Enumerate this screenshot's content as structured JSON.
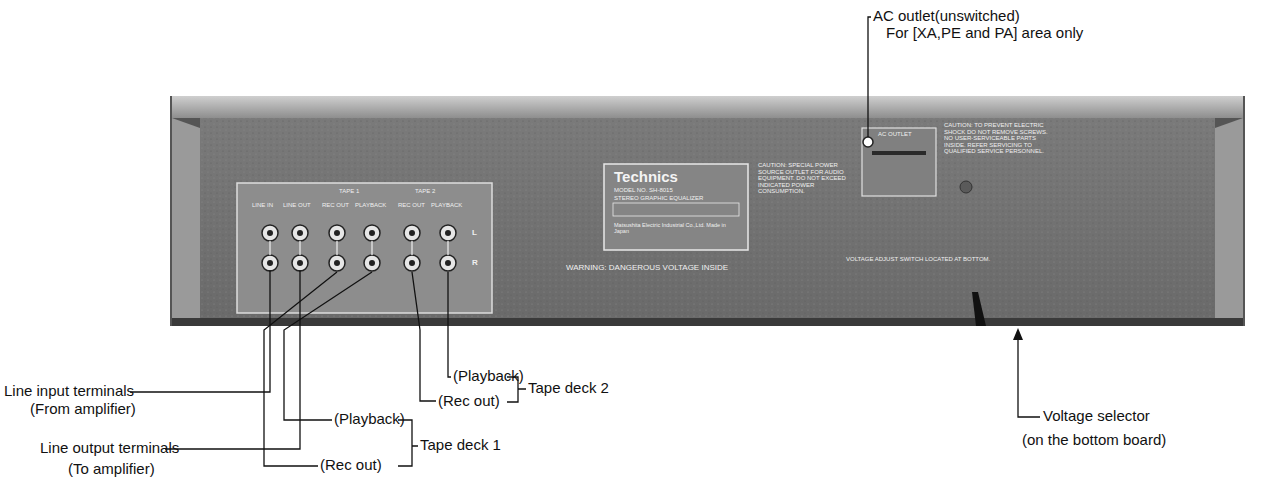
{
  "diagram": {
    "labels": [
      "AC outlet(unswitched)",
      "For [XA,PE and PA] area only",
      "Line input terminals",
      "(From amplifier)",
      "Line output terminals",
      "(To amplifier)",
      "(Playback)",
      "(Rec out)",
      "Tape deck 2",
      "(Playback)",
      "(Rec out)",
      "Tape deck 1",
      "Voltage selector",
      "(on the bottom board)",
      "LINE IN",
      "LINE OUT",
      "TAPE 1",
      "REC OUT",
      "PLAYBACK",
      "TAPE 2",
      "REC OUT",
      "PLAYBACK",
      "L",
      "R",
      "Technics",
      "MODEL NO. SH-8015",
      "STEREO GRAPHIC EQUALIZER",
      "WARNING: DANGEROUS VOLTAGE INSIDE",
      "AC OUTLET",
      "CAUTION: TO PREVENT ELECTRIC SHOCK DO NOT REMOVE SCREWS. NO USER-SERVICEABLE PARTS INSIDE. REFER SERVICING TO QUALIFIED SERVICE PERSONNEL.",
      "CAUTION: SPECIAL POWER SOURCE OUTLET FOR AUDIO EQUIPMENT. DO NOT EXCEED INDICATED POWER CONSUMPTION.",
      "VOLTAGE ADJUST SWITCH LOCATED AT BOTTOM.",
      "Matsushita Electric Industrial Co.,Ltd. Made in Japan"
    ]
  }
}
